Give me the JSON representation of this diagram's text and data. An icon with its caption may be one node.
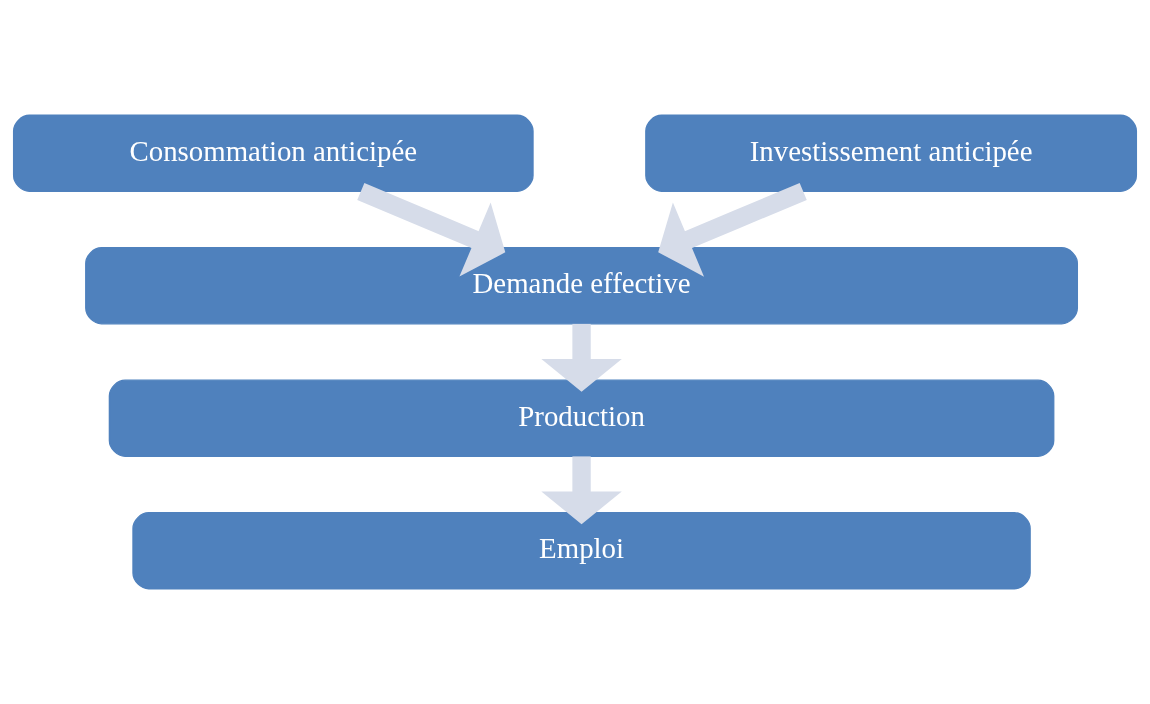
{
  "diagram": {
    "nodes": [
      {
        "text": [
          "Consommation anticipée"
        ]
      },
      {
        "text": [
          "Investissement anticipée"
        ]
      },
      {
        "text": [
          "Demande effective"
        ]
      },
      {
        "text": [
          "Production"
        ]
      },
      {
        "text": [
          "Emploi"
        ]
      }
    ],
    "edges": [
      {
        "from": 0,
        "to": 2,
        "arrow": "to"
      },
      {
        "from": 1,
        "to": 2,
        "arrow": "to"
      },
      {
        "from": 2,
        "to": 3,
        "arrow": "to"
      },
      {
        "from": 3,
        "to": 4,
        "arrow": "to"
      }
    ]
  }
}
